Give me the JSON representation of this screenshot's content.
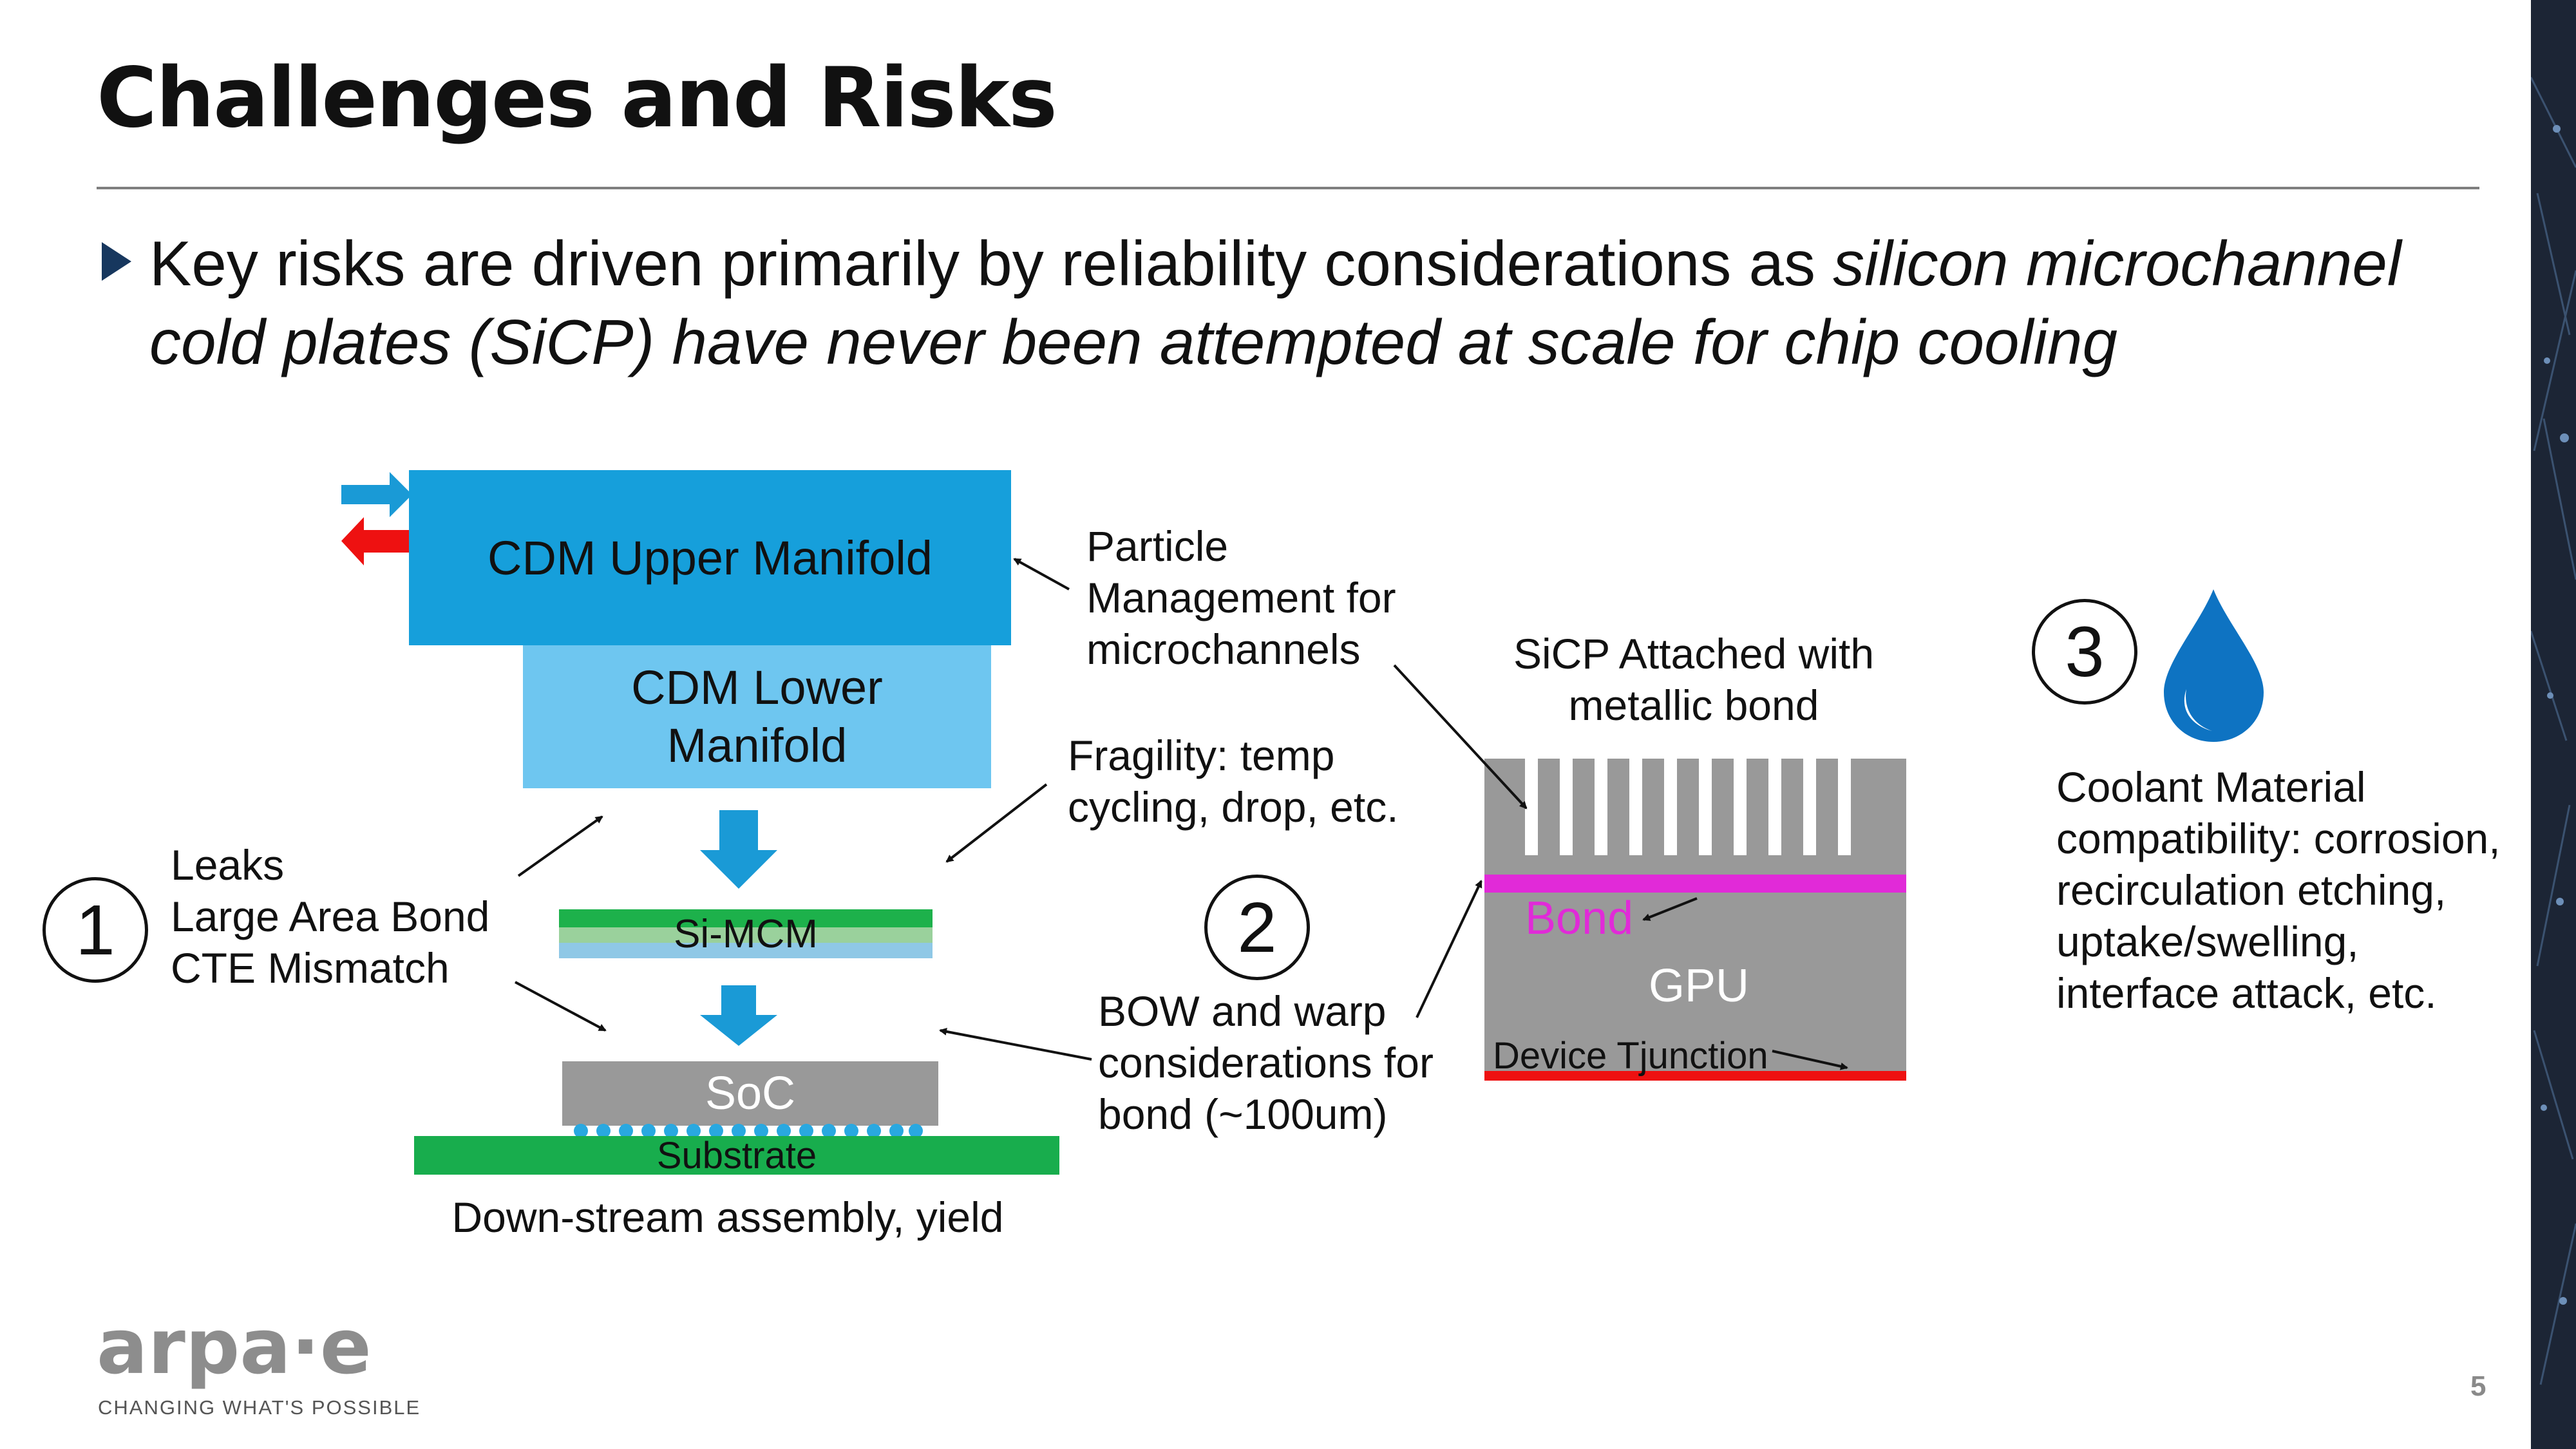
{
  "slide": {
    "title": "Challenges and Risks",
    "bullet": {
      "plain": "Key risks are driven primarily by reliability considerations as ",
      "italic": "silicon microchannel cold plates (SiCP) have never been attempted at scale for chip cooling"
    },
    "page_number": "5"
  },
  "stack": {
    "upper_manifold": "CDM Upper Manifold",
    "lower_manifold": "CDM Lower Manifold",
    "simcm": "Si-MCM",
    "soc": "SoC",
    "substrate": "Substrate",
    "caption": "Down-stream assembly, yield"
  },
  "callouts": {
    "risk1_number": "1",
    "risk1_lines": [
      "Leaks",
      "Large Area Bond",
      "CTE Mismatch"
    ],
    "particle_lines": [
      "Particle",
      "Management for",
      "microchannels"
    ],
    "fragility_lines": [
      "Fragility: temp",
      "cycling, drop, etc."
    ],
    "risk2_number": "2",
    "bow_lines": [
      "BOW and warp",
      "considerations for",
      "bond (~100um)"
    ],
    "sicp_title_lines": [
      "SiCP Attached with",
      "metallic bond"
    ],
    "bond": "Bond",
    "gpu": "GPU",
    "tjunction": "Device Tjunction",
    "risk3_number": "3",
    "coolant_lines": [
      "Coolant Material",
      "compatibility: corrosion,",
      "recirculation etching,",
      "uptake/swelling,",
      "interface attack, etc."
    ]
  },
  "logo": {
    "text": "arpa·e",
    "tagline": "CHANGING WHAT'S POSSIBLE"
  },
  "colors": {
    "upper_manifold": "#169fdb",
    "lower_manifold": "#6ec6f0",
    "down_arrow": "#1a9ad6",
    "inlet_arrow": "#1a9ad6",
    "outlet_arrow": "#ee1111",
    "simcm_green": "#1db14b",
    "simcm_light": "#9ad19c",
    "simcm_blue": "#8fc8e6",
    "chip_gray": "#999999",
    "substrate": "#18ad4d",
    "bumps": "#29a8e0",
    "bond_magenta": "#e12ad8",
    "tjunction_red": "#ee1111",
    "drop_blue": "#0e73c2"
  }
}
